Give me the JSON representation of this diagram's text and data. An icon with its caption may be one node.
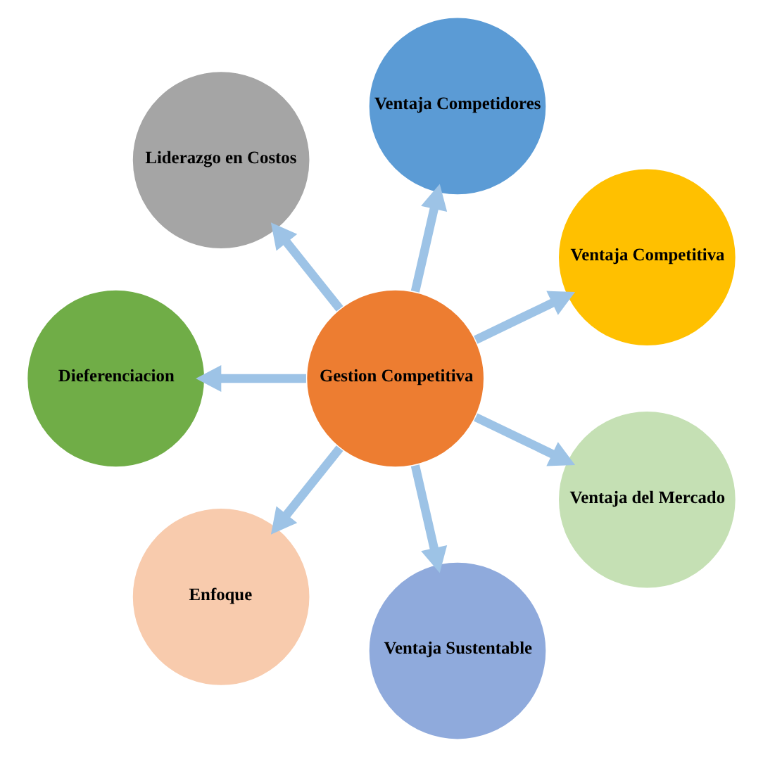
{
  "diagram": {
    "nodes": [
      {
        "text": [
          "Gestion Competitiva"
        ]
      },
      {
        "text": [
          "Ventaja Competitiva"
        ]
      },
      {
        "text": [
          "Ventaja Competidores"
        ]
      },
      {
        "text": [
          "Liderazgo en Costos"
        ]
      },
      {
        "text": [
          "Dieferenciacion"
        ]
      },
      {
        "text": [
          "Enfoque"
        ]
      },
      {
        "text": [
          "Ventaja Sustentable"
        ]
      },
      {
        "text": [
          "Ventaja del Mercado"
        ]
      }
    ],
    "edges": [
      {
        "from": 0,
        "to": 1,
        "arrow": "to"
      },
      {
        "from": 0,
        "to": 2,
        "arrow": "to"
      },
      {
        "from": 0,
        "to": 3,
        "arrow": "to"
      },
      {
        "from": 0,
        "to": 4,
        "arrow": "to"
      },
      {
        "from": 0,
        "to": 5,
        "arrow": "to"
      },
      {
        "from": 0,
        "to": 6,
        "arrow": "to"
      },
      {
        "from": 0,
        "to": 7,
        "arrow": "to"
      }
    ]
  }
}
